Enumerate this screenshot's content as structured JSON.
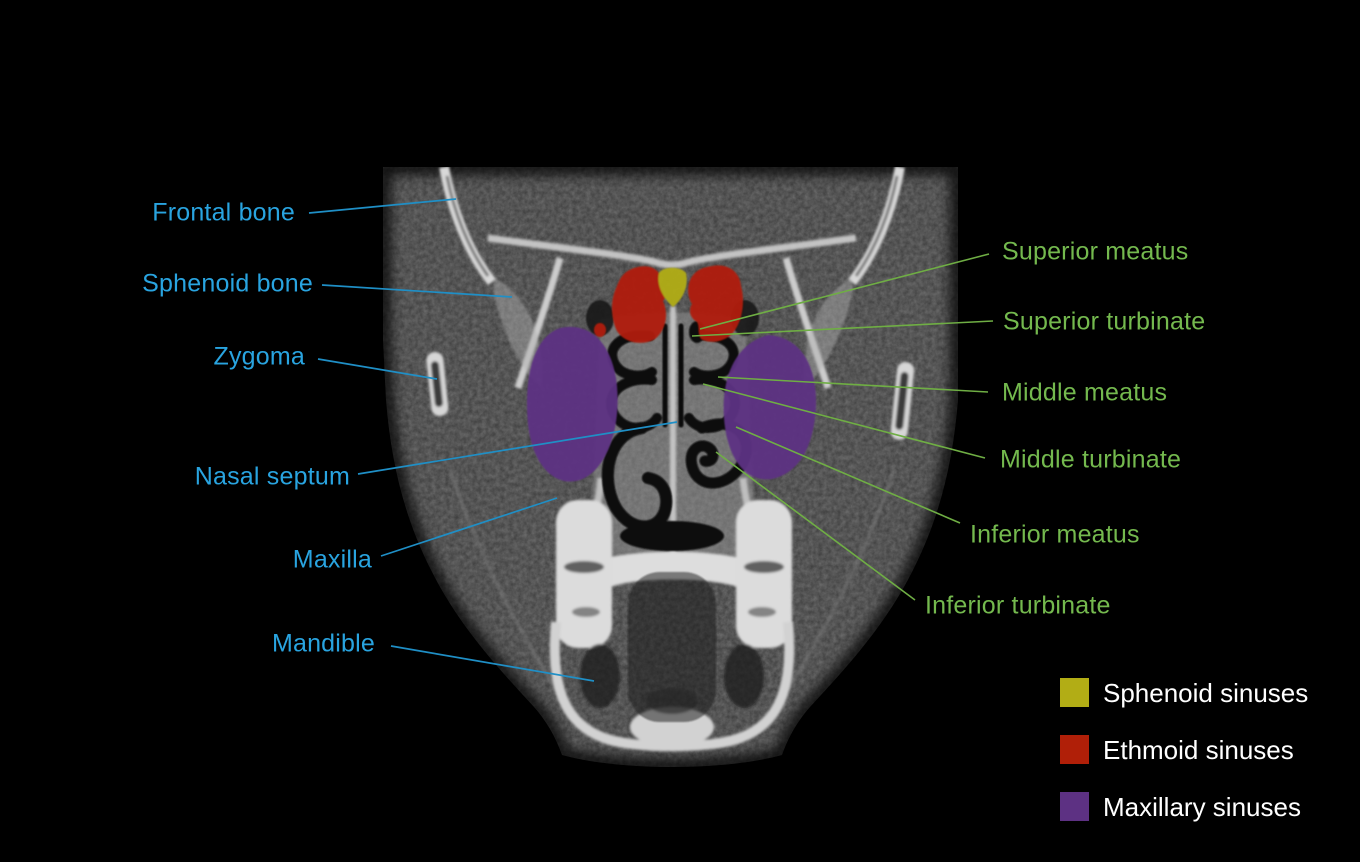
{
  "colors": {
    "background": "#000000",
    "left_labels": "#29a4e0",
    "left_lines": "#1f8fc6",
    "right_labels": "#74b94e",
    "right_lines": "#6fae44",
    "legend_text": "#ffffff",
    "sphenoid": "#b2ad15",
    "ethmoid": "#b01f08",
    "maxillary": "#5d3183"
  },
  "annotations": {
    "left": [
      {
        "text": "Frontal bone"
      },
      {
        "text": "Sphenoid bone"
      },
      {
        "text": "Zygoma"
      },
      {
        "text": "Nasal septum"
      },
      {
        "text": "Maxilla"
      },
      {
        "text": "Mandible"
      }
    ],
    "right": [
      {
        "text": "Superior meatus"
      },
      {
        "text": "Superior turbinate"
      },
      {
        "text": "Middle meatus"
      },
      {
        "text": "Middle turbinate"
      },
      {
        "text": "Inferior meatus"
      },
      {
        "text": "Inferior turbinate"
      }
    ]
  },
  "legend": {
    "items": [
      {
        "label": "Sphenoid sinuses",
        "color": "#b2ad15"
      },
      {
        "label": "Ethmoid sinuses",
        "color": "#b01f08"
      },
      {
        "label": "Maxillary sinuses",
        "color": "#5d3183"
      }
    ]
  }
}
